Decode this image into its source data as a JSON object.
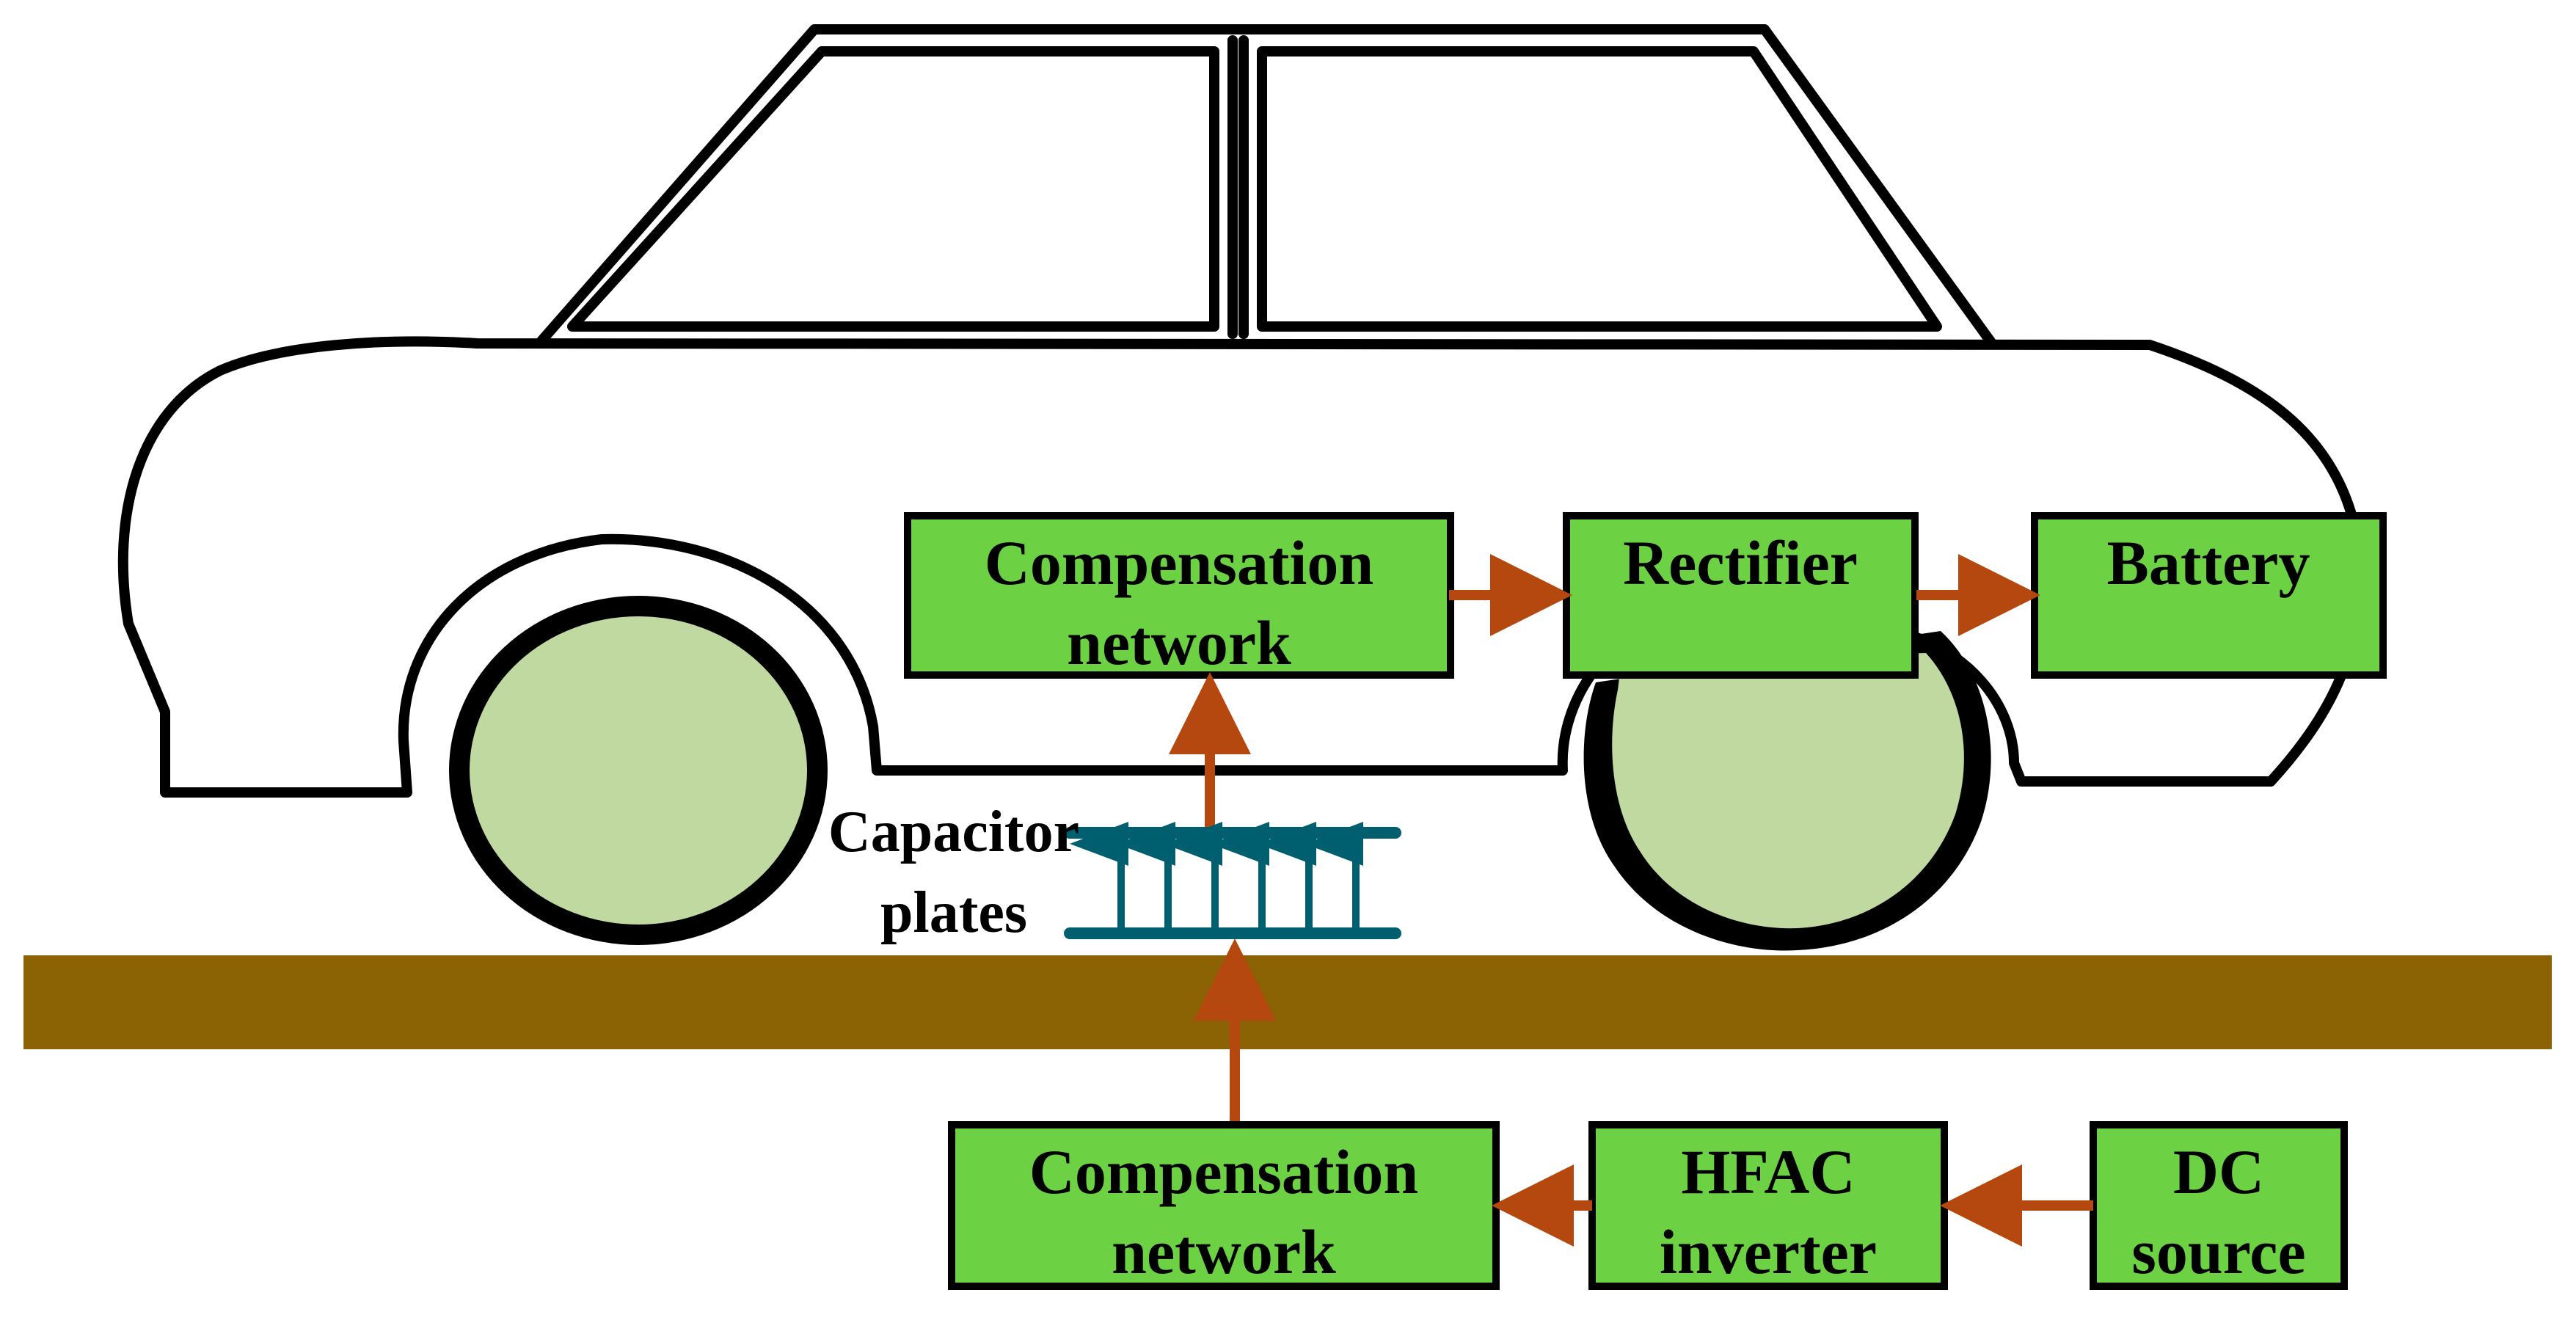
{
  "colors": {
    "box_fill": "#6CD243",
    "box_stroke": "#000000",
    "wheel_fill": "#BFD9A0",
    "ground": "#8B6304",
    "arrow": "#B5480E",
    "capacitor": "#005F6E",
    "car_stroke": "#000000"
  },
  "blocks": {
    "vehicle_compensation": {
      "line1": "Compensation",
      "line2": "network"
    },
    "rectifier": {
      "line1": "Rectifier"
    },
    "battery": {
      "line1": "Battery"
    },
    "ground_compensation": {
      "line1": "Compensation",
      "line2": "network"
    },
    "hfac_inverter": {
      "line1": "HFAC",
      "line2": "inverter"
    },
    "dc_source": {
      "line1": "DC",
      "line2": "source"
    }
  },
  "capacitor": {
    "line1": "Capacitor",
    "line2": "plates"
  }
}
